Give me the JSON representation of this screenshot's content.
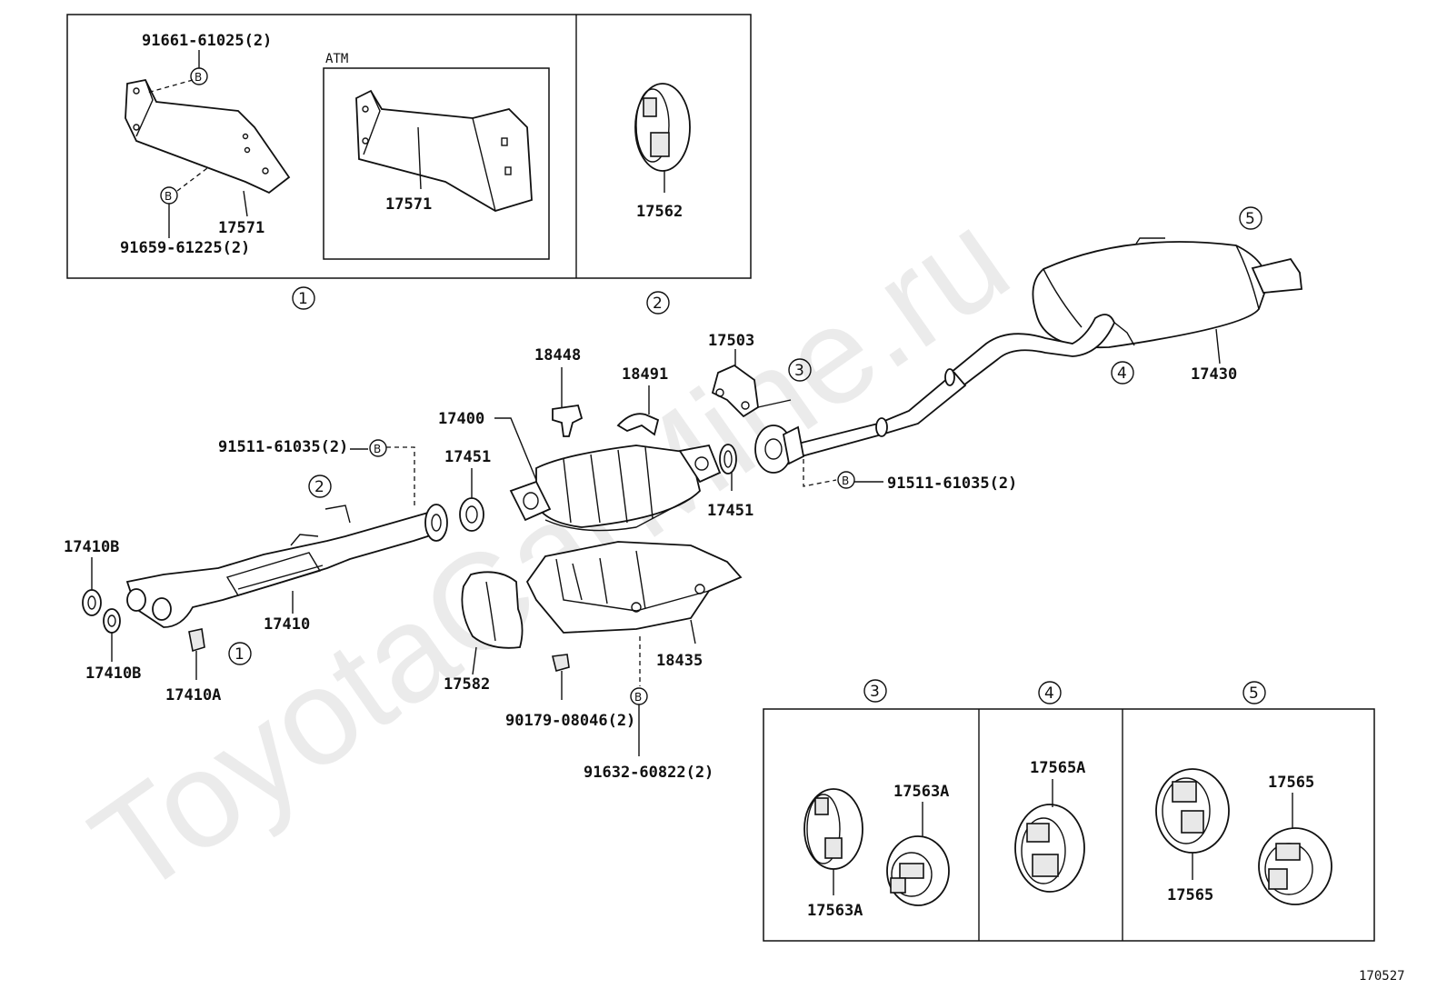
{
  "watermark": "ToyotaCarMine.ru",
  "figure_code": "170527",
  "atm_label": "ATM",
  "circle_refs": [
    "1",
    "2",
    "3",
    "4",
    "5"
  ],
  "bolt_symbol": "B",
  "labels": {
    "p91661": "91661-61025(2)",
    "p17571a": "17571",
    "p91659": "91659-61225(2)",
    "p17571b": "17571",
    "p17562": "17562",
    "p18448": "18448",
    "p18491": "18491",
    "p17503": "17503",
    "p17430": "17430",
    "p17400": "17400",
    "p17451a": "17451",
    "p17451b": "17451",
    "p91511a": "91511-61035(2)",
    "p91511b": "91511-61035(2)",
    "p17410B_a": "17410B",
    "p17410B_b": "17410B",
    "p17410": "17410",
    "p17410A": "17410A",
    "p17582": "17582",
    "p18435": "18435",
    "p90179": "90179-08046(2)",
    "p91632": "91632-60822(2)",
    "p17563A_a": "17563A",
    "p17563A_b": "17563A",
    "p17565A": "17565A",
    "p17565_a": "17565",
    "p17565_b": "17565"
  }
}
